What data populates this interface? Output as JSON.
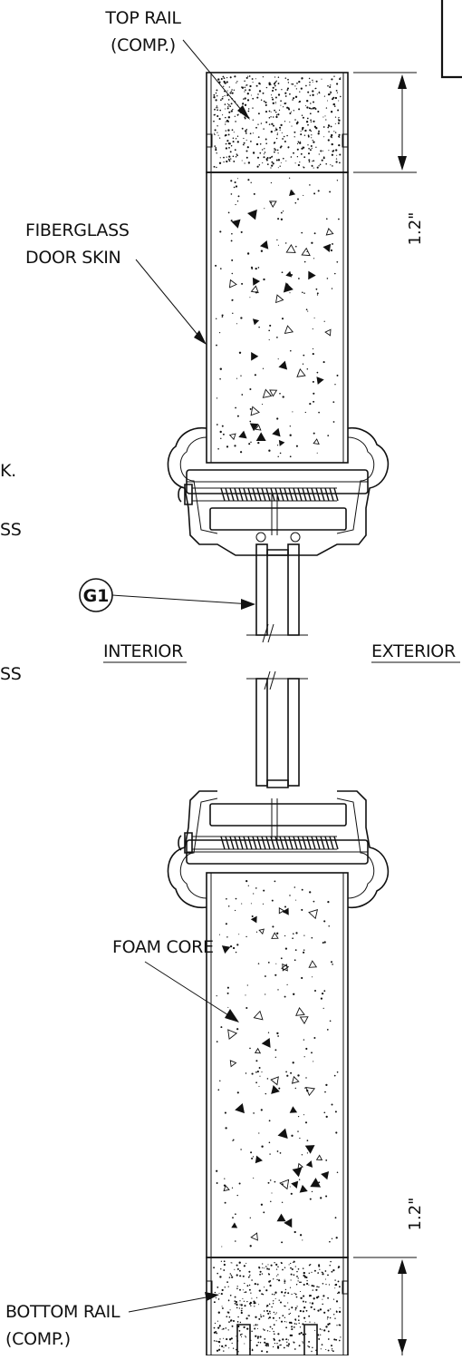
{
  "labels": {
    "top_rail_line1": "TOP RAIL",
    "top_rail_line2": "(COMP.)",
    "skin_line1": "FIBERGLASS",
    "skin_line2": "DOOR SKIN",
    "glass_callout": "G1",
    "interior": "INTERIOR",
    "exterior": "EXTERIOR",
    "foam_core": "FOAM CORE",
    "bottom_rail_line1": "BOTTOM RAIL",
    "bottom_rail_line2": "(COMP.)",
    "cut_left_1": "K.",
    "cut_left_2": "SS",
    "cut_left_3": "SS"
  },
  "dimensions": {
    "top_rail_height": "1.2\"",
    "bottom_rail_height": "1.2\""
  },
  "colors": {
    "ink": "#111111",
    "paper": "#ffffff"
  }
}
